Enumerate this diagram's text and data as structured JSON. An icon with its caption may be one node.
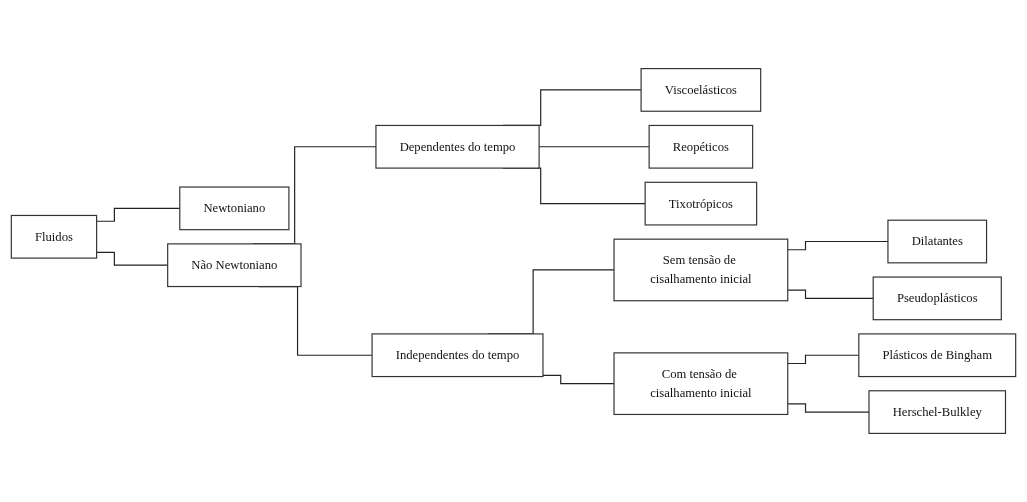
{
  "diagram": {
    "nodes": [
      {
        "text": [
          "Fluidos"
        ]
      },
      {
        "text": [
          "Newtoniano"
        ]
      },
      {
        "text": [
          "Não Newtoniano"
        ]
      },
      {
        "text": [
          "Dependentes do tempo"
        ]
      },
      {
        "text": [
          "Viscoelásticos"
        ]
      },
      {
        "text": [
          "Reopéticos"
        ]
      },
      {
        "text": [
          "Tixotrópicos"
        ]
      },
      {
        "text": [
          "Independentes do tempo"
        ]
      },
      {
        "text": [
          "Sem tensão de cisalhamento inicial"
        ]
      },
      {
        "text": [
          "Dilatantes"
        ]
      },
      {
        "text": [
          "Pseudoplásticos"
        ]
      },
      {
        "text": [
          "Com tensão de cisalhamento inicial"
        ]
      },
      {
        "text": [
          "Plásticos de Bingham"
        ]
      },
      {
        "text": [
          "Herschel-Bulkley"
        ]
      }
    ],
    "edges": [
      {
        "from": 0,
        "to": 1,
        "arrow": "none"
      },
      {
        "from": 0,
        "to": 2,
        "arrow": "none"
      },
      {
        "from": 2,
        "to": 3,
        "arrow": "none"
      },
      {
        "from": 2,
        "to": 7,
        "arrow": "none"
      },
      {
        "from": 3,
        "to": 4,
        "arrow": "none"
      },
      {
        "from": 3,
        "to": 5,
        "arrow": "none"
      },
      {
        "from": 3,
        "to": 6,
        "arrow": "none"
      },
      {
        "from": 7,
        "to": 8,
        "arrow": "none"
      },
      {
        "from": 7,
        "to": 11,
        "arrow": "none"
      },
      {
        "from": 8,
        "to": 9,
        "arrow": "none"
      },
      {
        "from": 8,
        "to": 10,
        "arrow": "none"
      },
      {
        "from": 11,
        "to": 12,
        "arrow": "none"
      },
      {
        "from": 11,
        "to": 13,
        "arrow": "none"
      }
    ]
  }
}
